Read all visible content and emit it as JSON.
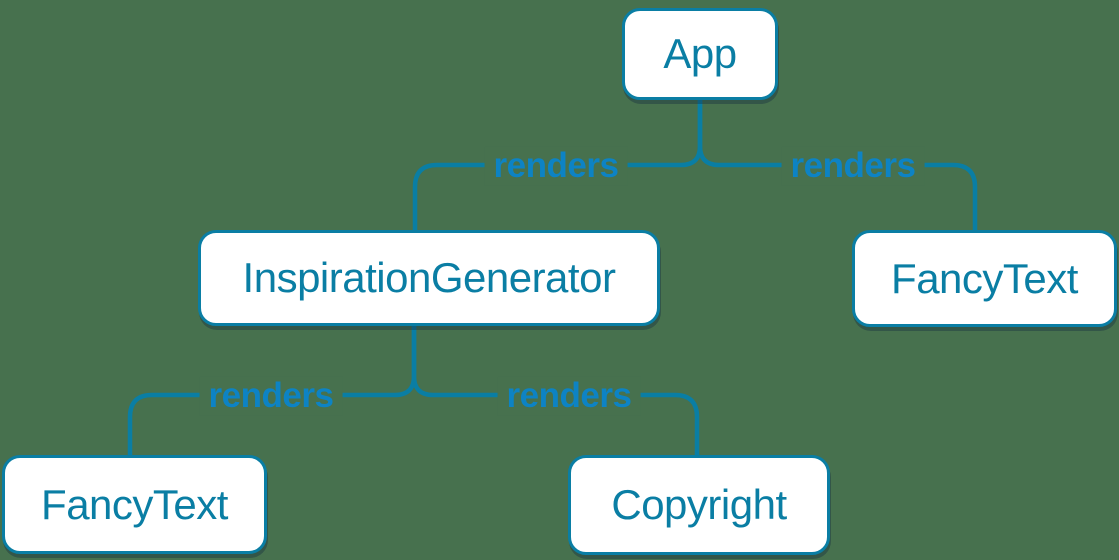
{
  "diagram": {
    "type": "component-render-tree",
    "nodes": [
      {
        "id": "app",
        "label": "App"
      },
      {
        "id": "inspiration-generator",
        "label": "InspirationGenerator"
      },
      {
        "id": "fancy-text-top",
        "label": "FancyText"
      },
      {
        "id": "fancy-text-bottom",
        "label": "FancyText"
      },
      {
        "id": "copyright",
        "label": "Copyright"
      }
    ],
    "edges": [
      {
        "from": "App",
        "to": "InspirationGenerator",
        "label": "renders"
      },
      {
        "from": "App",
        "to": "FancyText",
        "label": "renders"
      },
      {
        "from": "InspirationGenerator",
        "to": "FancyText",
        "label": "renders"
      },
      {
        "from": "InspirationGenerator",
        "to": "Copyright",
        "label": "renders"
      }
    ]
  },
  "colors": {
    "background": "#47714e",
    "box_fill": "#ffffff",
    "box_border": "#0a7ea4",
    "box_text": "#0a7ea4",
    "edge": "#0a7ea4",
    "edge_label_text": "#0d83c4",
    "shadow": "rgba(22,48,64,0.40)"
  }
}
